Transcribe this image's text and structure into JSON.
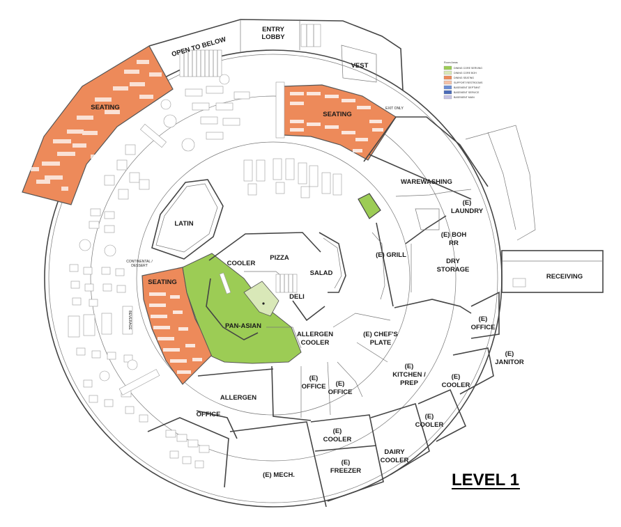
{
  "title": "LEVEL 1",
  "labels": {
    "entry_lobby_1": "ENTRY",
    "entry_lobby_2": "LOBBY",
    "open_to_below": "OPEN TO BELOW",
    "vest": "VEST",
    "seating_nw": "SEATING",
    "seating_n": "SEATING",
    "exit_only": "EXIT ONLY",
    "warewashing": "WAREWASHING",
    "laundry_1": "(E)",
    "laundry_2": "LAUNDRY",
    "boh_rr_1": "(E) BOH",
    "boh_rr_2": "RR",
    "dry_storage_1": "DRY",
    "dry_storage_2": "STORAGE",
    "receiving": "RECEIVING",
    "latin": "LATIN",
    "pizza": "PIZZA",
    "cooler_center": "COOLER",
    "salad": "SALAD",
    "deli": "DELI",
    "grill": "(E) GRILL",
    "continental_1": "CONTINENTAL /",
    "continental_2": "DESSERT",
    "seating_w": "SEATING",
    "pan_asian": "PAN-ASIAN",
    "allergen_cooler_1": "ALLERGEN",
    "allergen_cooler_2": "COOLER",
    "beverage": "BEVERAGE",
    "chefs_plate_1": "(E) CHEF'S",
    "chefs_plate_2": "PLATE",
    "office_e_1": "(E)",
    "office_e_2": "OFFICE",
    "janitor_1": "(E)",
    "janitor_2": "JANITOR",
    "office_c1_1": "(E)",
    "office_c1_2": "OFFICE",
    "office_c2_1": "(E)",
    "office_c2_2": "OFFICE",
    "kitchen_1": "(E)",
    "kitchen_2": "KITCHEN /",
    "kitchen_3": "PREP",
    "cooler_e1_1": "(E)",
    "cooler_e1_2": "COOLER",
    "allergen": "ALLERGEN",
    "office_s": "OFFICE",
    "cooler_e2_1": "(E)",
    "cooler_e2_2": "COOLER",
    "cooler_s_1": "(E)",
    "cooler_s_2": "COOLER",
    "dairy_cooler_1": "DAIRY",
    "dairy_cooler_2": "COOLER",
    "freezer_1": "(E)",
    "freezer_2": "FREEZER",
    "mech": "(E) MECH."
  },
  "legend": {
    "title": "Room Areas",
    "items": [
      {
        "label": "DINING CORE SERVING",
        "color": "#9ccc55"
      },
      {
        "label": "DINING CORE BOH",
        "color": "#d9e8b8"
      },
      {
        "label": "DINING SEATING",
        "color": "#ed8a5a"
      },
      {
        "label": "SUPPORT RESTROOMS",
        "color": "#f5c2a8"
      },
      {
        "label": "BASEMENT DEPTMNT",
        "color": "#6c8fd6"
      },
      {
        "label": "BASEMENT SERVICE",
        "color": "#4a6bb8"
      },
      {
        "label": "BASEMENT MAIN",
        "color": "#c7c4e4"
      }
    ]
  },
  "colors": {
    "seating": "#ed8a5a",
    "serving": "#9ccc55",
    "boh": "#d9e8b8",
    "wall": "#444444"
  }
}
